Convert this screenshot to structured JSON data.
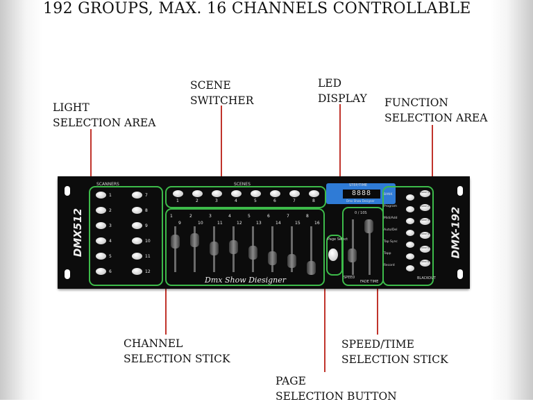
{
  "headline": "192 GROUPS, MAX. 16 CHANNELS CONTROLLABLE",
  "callouts": {
    "light": [
      "LIGHT",
      "SELECTION AREA"
    ],
    "scene": [
      "SCENE",
      "SWITCHER"
    ],
    "led": [
      "LED",
      "DISPLAY"
    ],
    "function": [
      "FUNCTION",
      "SELECTION AREA"
    ],
    "channel": [
      "CHANNEL",
      "SELECTION STICK"
    ],
    "speed": [
      "SPEED/TIME",
      "SELECTION STICK"
    ],
    "page": [
      "PAGE",
      "SELECTION BUTTON"
    ]
  },
  "device": {
    "left_brand": "DMX512",
    "right_brand": "DMX-192",
    "scanners_label": "SCANNERS",
    "scenes_label": "SCENES",
    "scanner_numbers_left": [
      "1",
      "2",
      "3",
      "4",
      "5",
      "6"
    ],
    "scanner_numbers_right": [
      "7",
      "8",
      "9",
      "10",
      "11",
      "12"
    ],
    "scene_numbers": [
      "1",
      "2",
      "3",
      "4",
      "5",
      "6",
      "7",
      "8"
    ],
    "fader_top_numbers": [
      "1",
      "2",
      "3",
      "4",
      "5",
      "6",
      "7",
      "8"
    ],
    "fader_bottom_numbers": [
      "9",
      "10",
      "11",
      "12",
      "13",
      "14",
      "15",
      "16"
    ],
    "script_label": "Dmx Show Diesigner",
    "display_value": "8888",
    "display_caption": "Dmx Show Designer",
    "display_title": "STEP/TIME",
    "page_select_label": "Page Select",
    "speed_label": "SPEED",
    "fade_label": "FADE TIME",
    "fade_top_label": "0 / 10S",
    "function_buttons": [
      "BANK",
      "Program",
      "Midi/Add",
      "Auto/Del",
      "Tap Sync",
      "Tapp",
      "Record"
    ],
    "chase_buttons": [
      "Chase 1",
      "Chase 2",
      "Chase 3",
      "Chase 4",
      "Chase 5",
      "Chase 6"
    ],
    "blackout_label": "BLACKOUT"
  },
  "colors": {
    "zone_outline": "#3dbb4a",
    "leader_line": "#c0332b",
    "lcd": "#2f7bd6"
  }
}
